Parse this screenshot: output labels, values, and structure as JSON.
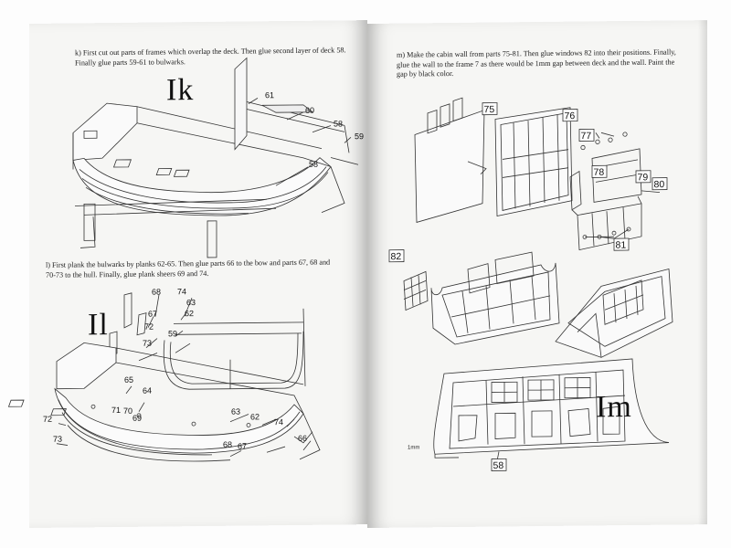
{
  "left_page": {
    "step_k": {
      "text_lines": [
        "k) First cut out parts of frames which overlap the deck. Then glue second layer of deck 58.",
        "Finally glue parts 59-61 to bulwarks."
      ],
      "heading": "Ik",
      "labels": [
        "61",
        "60",
        "58",
        "59",
        "58"
      ]
    },
    "step_l": {
      "text_lines": [
        "l) First plank the bulwarks by planks 62-65. Then glue parts 66 to the bow and parts 67, 68 and",
        "70-73 to the hull. Finally, glue plank sheers 69 and 74."
      ],
      "heading": "Il",
      "labels": [
        "68",
        "74",
        "63",
        "67",
        "62",
        "72",
        "59",
        "73",
        "65",
        "64",
        "71",
        "70",
        "69",
        "63",
        "62",
        "74",
        "72",
        "73",
        "68",
        "67",
        "66"
      ]
    }
  },
  "right_page": {
    "step_m": {
      "text_lines": [
        "m) Make the cabin wall from parts 75-81. Then glue windows 82 into their positions. Finally,",
        "glue the wall to the frame 7 as there would be 1mm gap between deck and the wall. Paint the",
        "gap by black color."
      ],
      "heading": "Im",
      "box_labels": [
        "75",
        "76",
        "77",
        "78",
        "79",
        "80",
        "81",
        "82",
        "58"
      ],
      "scale_label": "1mm"
    }
  }
}
